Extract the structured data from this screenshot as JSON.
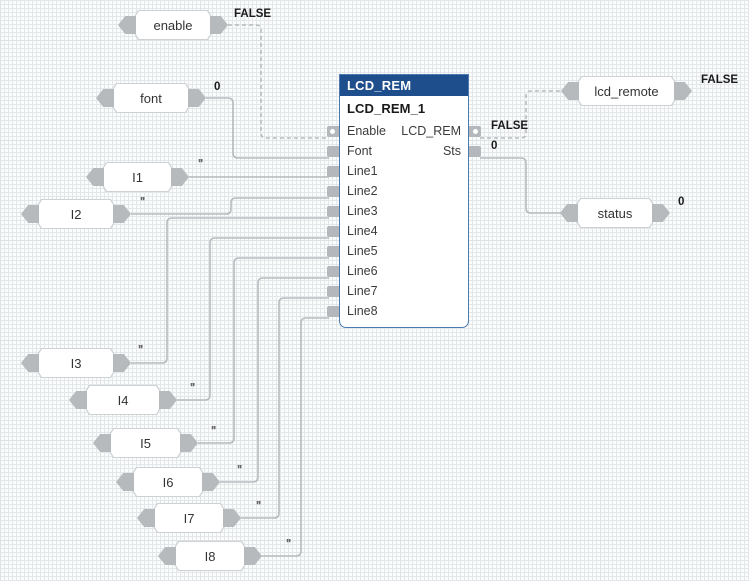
{
  "editor": {
    "type": "fbd-diagram",
    "background_color": "#fbfcfc",
    "grid_color": "#e3e7ea",
    "wire_color": "#b8bbbe",
    "accent_color": "#1f4e8c"
  },
  "function_block": {
    "type_name": "LCD_REM",
    "instance_name": "LCD_REM_1",
    "header_color": "#1f4e8c",
    "border_color": "#4a7ab0",
    "inputs": [
      {
        "name": "Enable",
        "kind": "bool",
        "value": "FALSE"
      },
      {
        "name": "Font",
        "kind": "data",
        "value": "0"
      },
      {
        "name": "Line1",
        "kind": "data",
        "value": "''"
      },
      {
        "name": "Line2",
        "kind": "data",
        "value": "''"
      },
      {
        "name": "Line3",
        "kind": "data",
        "value": "''"
      },
      {
        "name": "Line4",
        "kind": "data",
        "value": "''"
      },
      {
        "name": "Line5",
        "kind": "data",
        "value": "''"
      },
      {
        "name": "Line6",
        "kind": "data",
        "value": "''"
      },
      {
        "name": "Line7",
        "kind": "data",
        "value": "''"
      },
      {
        "name": "Line8",
        "kind": "data",
        "value": "''"
      }
    ],
    "outputs": [
      {
        "name": "LCD_REM",
        "kind": "bool",
        "value": "FALSE"
      },
      {
        "name": "Sts",
        "kind": "data",
        "value": "0"
      }
    ]
  },
  "input_variables": [
    {
      "label": "enable",
      "value": "FALSE",
      "connects_to": "Enable"
    },
    {
      "label": "font",
      "value": "0",
      "connects_to": "Font"
    },
    {
      "label": "I1",
      "value": "''",
      "connects_to": "Line1"
    },
    {
      "label": "I2",
      "value": "''",
      "connects_to": "Line2"
    },
    {
      "label": "I3",
      "value": "''",
      "connects_to": "Line3"
    },
    {
      "label": "I4",
      "value": "''",
      "connects_to": "Line4"
    },
    {
      "label": "I5",
      "value": "''",
      "connects_to": "Line5"
    },
    {
      "label": "I6",
      "value": "''",
      "connects_to": "Line6"
    },
    {
      "label": "I7",
      "value": "''",
      "connects_to": "Line7"
    },
    {
      "label": "I8",
      "value": "''",
      "connects_to": "Line8"
    }
  ],
  "output_variables": [
    {
      "label": "lcd_remote",
      "value": "FALSE",
      "connects_from": "LCD_REM"
    },
    {
      "label": "status",
      "value": "0",
      "connects_from": "Sts"
    }
  ]
}
